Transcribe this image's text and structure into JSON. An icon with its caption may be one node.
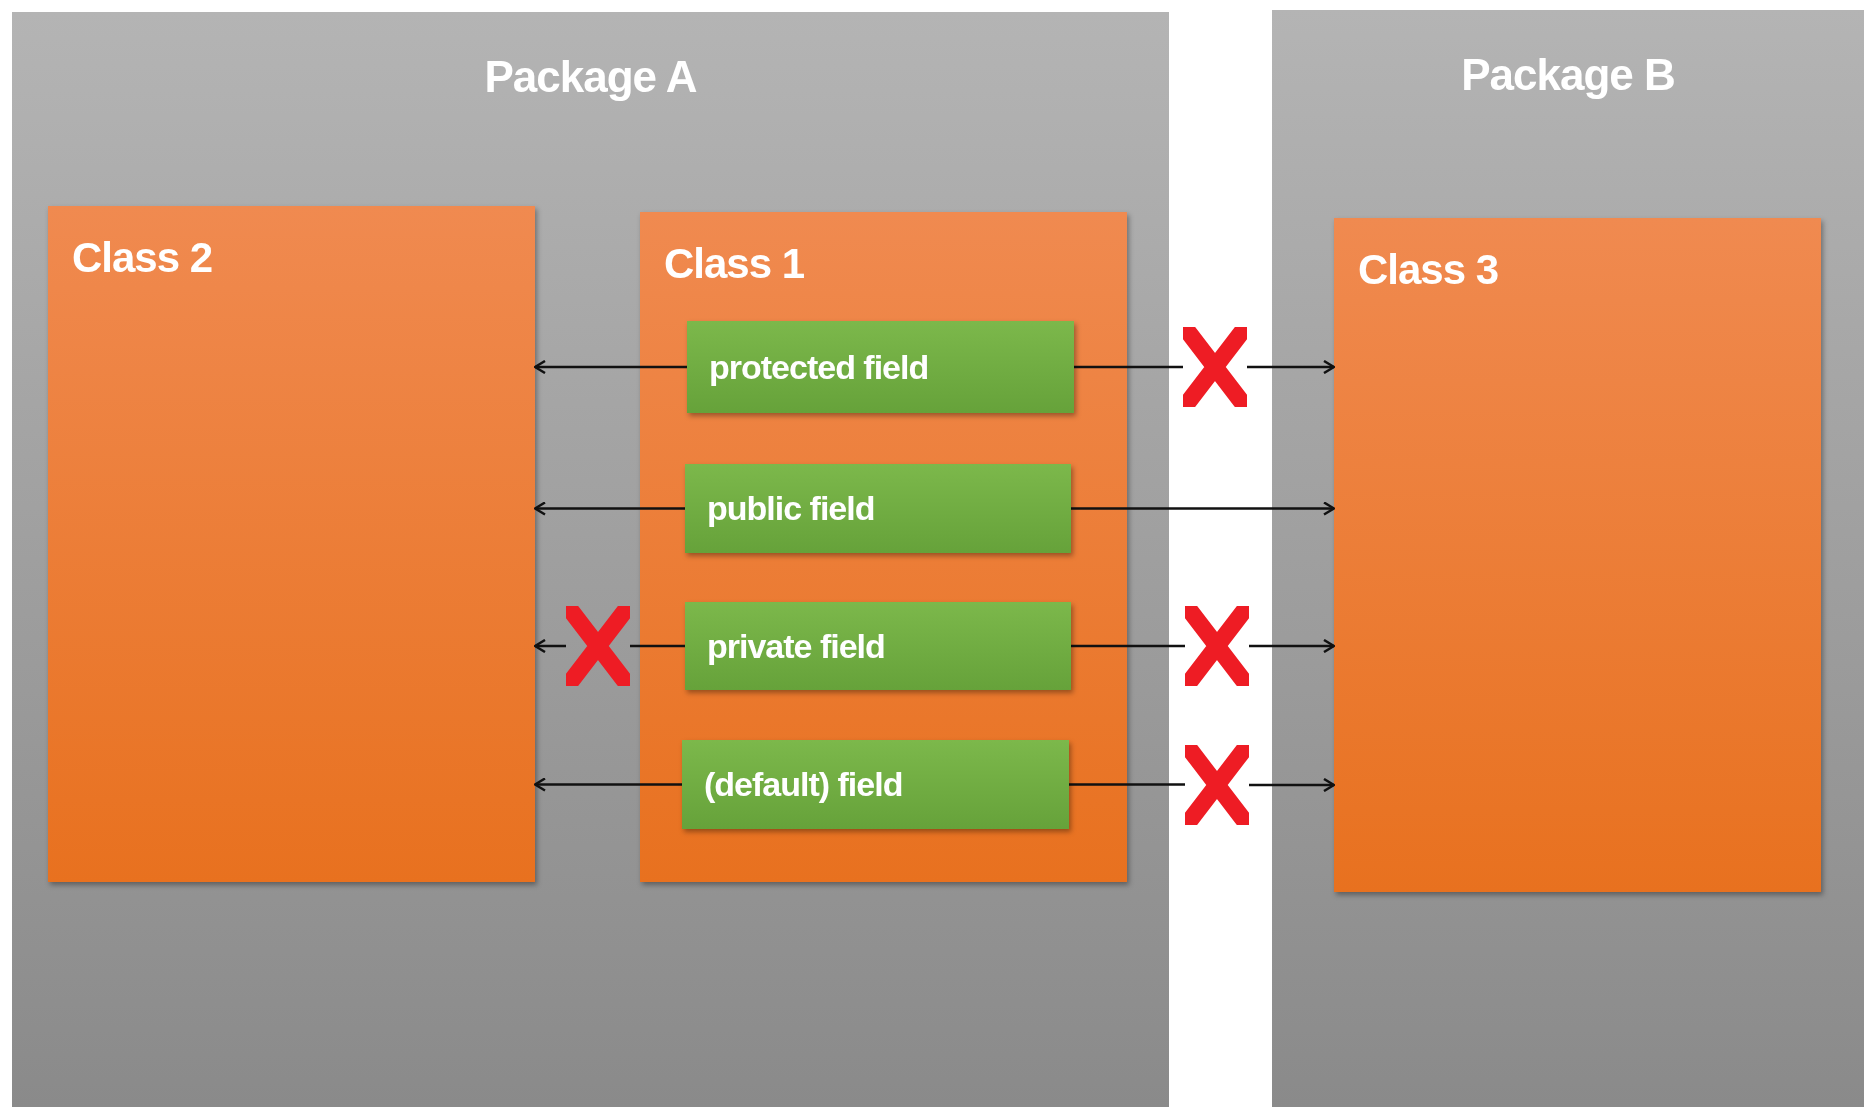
{
  "diagram": {
    "nodes": [
      {
        "text": [
          "Package A"
        ]
      },
      {
        "text": [
          "Package B"
        ]
      },
      {
        "text": [
          "Class 2"
        ],
        "in": 0
      },
      {
        "text": [
          "Class 1"
        ],
        "in": 0
      },
      {
        "text": [
          "protected field"
        ],
        "in": 3
      },
      {
        "text": [
          "public field"
        ],
        "in": 3
      },
      {
        "text": [
          "private field"
        ],
        "in": 3
      },
      {
        "text": [
          "(default) field"
        ],
        "in": 3
      },
      {
        "text": [
          "Class 3"
        ],
        "in": 1
      },
      {
        "text": [],
        "shape": "cross"
      },
      {
        "text": [],
        "shape": "cross",
        "in": 0
      },
      {
        "text": [],
        "shape": "cross"
      },
      {
        "text": [],
        "shape": "cross"
      }
    ],
    "edges": [
      {
        "from": 4,
        "to": 2,
        "arrow": "to"
      },
      {
        "from": 4,
        "to": 9,
        "arrow": "none"
      },
      {
        "from": 9,
        "to": 8,
        "arrow": "to"
      },
      {
        "from": 5,
        "to": 2,
        "arrow": "to"
      },
      {
        "from": 5,
        "to": 8,
        "arrow": "to"
      },
      {
        "from": 6,
        "to": 10,
        "arrow": "none"
      },
      {
        "from": 10,
        "to": 2,
        "arrow": "to"
      },
      {
        "from": 6,
        "to": 11,
        "arrow": "none"
      },
      {
        "from": 11,
        "to": 8,
        "arrow": "to"
      },
      {
        "from": 7,
        "to": 2,
        "arrow": "to"
      },
      {
        "from": 7,
        "to": 12,
        "arrow": "none"
      },
      {
        "from": 12,
        "to": 8,
        "arrow": "to"
      }
    ]
  }
}
